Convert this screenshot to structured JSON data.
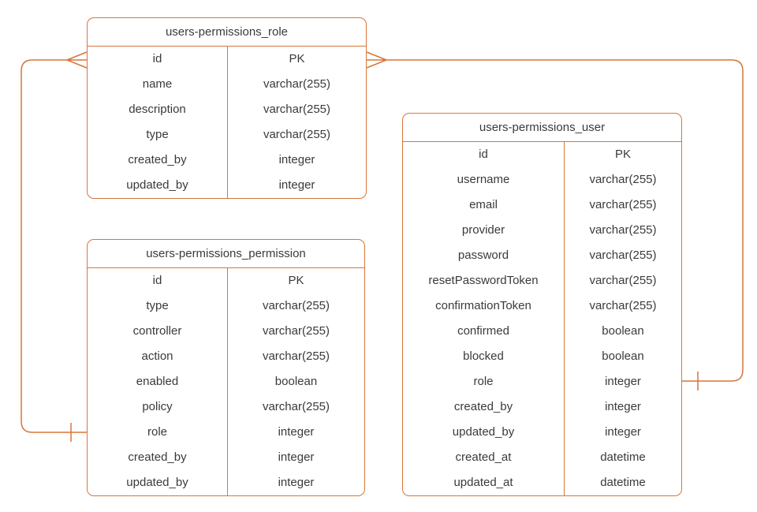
{
  "diagram": {
    "kind": "entity-relationship-diagram",
    "colors": {
      "accent": "#D6763C",
      "text": "#3A3A3A",
      "background": "#FFFFFF"
    },
    "tables": [
      {
        "title": "users-permissions_role",
        "rows": [
          {
            "field": "id",
            "type": "PK"
          },
          {
            "field": "name",
            "type": "varchar(255)"
          },
          {
            "field": "description",
            "type": "varchar(255)"
          },
          {
            "field": "type",
            "type": "varchar(255)"
          },
          {
            "field": "created_by",
            "type": "integer"
          },
          {
            "field": "updated_by",
            "type": "integer"
          }
        ]
      },
      {
        "title": "users-permissions_permission",
        "rows": [
          {
            "field": "id",
            "type": "PK"
          },
          {
            "field": "type",
            "type": "varchar(255)"
          },
          {
            "field": "controller",
            "type": "varchar(255)"
          },
          {
            "field": "action",
            "type": "varchar(255)"
          },
          {
            "field": "enabled",
            "type": "boolean"
          },
          {
            "field": "policy",
            "type": "varchar(255)"
          },
          {
            "field": "role",
            "type": "integer"
          },
          {
            "field": "created_by",
            "type": "integer"
          },
          {
            "field": "updated_by",
            "type": "integer"
          }
        ]
      },
      {
        "title": "users-permissions_user",
        "rows": [
          {
            "field": "id",
            "type": "PK"
          },
          {
            "field": "username",
            "type": "varchar(255)"
          },
          {
            "field": "email",
            "type": "varchar(255)"
          },
          {
            "field": "provider",
            "type": "varchar(255)"
          },
          {
            "field": "password",
            "type": "varchar(255)"
          },
          {
            "field": "resetPasswordToken",
            "type": "varchar(255)"
          },
          {
            "field": "confirmationToken",
            "type": "varchar(255)"
          },
          {
            "field": "confirmed",
            "type": "boolean"
          },
          {
            "field": "blocked",
            "type": "boolean"
          },
          {
            "field": "role",
            "type": "integer"
          },
          {
            "field": "created_by",
            "type": "integer"
          },
          {
            "field": "updated_by",
            "type": "integer"
          },
          {
            "field": "created_at",
            "type": "datetime"
          },
          {
            "field": "updated_at",
            "type": "datetime"
          }
        ]
      }
    ],
    "relationships": [
      {
        "from": "users-permissions_role.id",
        "from_cardinality": "many",
        "to": "users-permissions_permission.role",
        "to_cardinality": "one"
      },
      {
        "from": "users-permissions_role.id",
        "from_cardinality": "many",
        "to": "users-permissions_user.role",
        "to_cardinality": "one"
      }
    ]
  }
}
